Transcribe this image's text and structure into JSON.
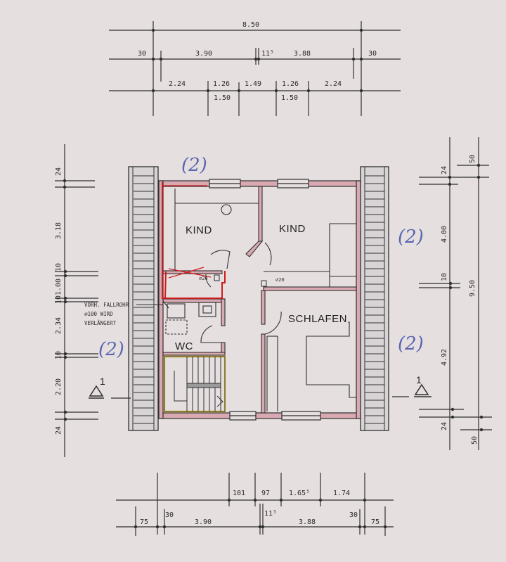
{
  "colors": {
    "paper": "#e6dfe0",
    "ink": "#2f2f2f",
    "wall_fill": "#d9a9b2",
    "red_markup": "#d01a1a",
    "yellow_markup": "#e6cf4a",
    "blue_handwriting": "#5a66b0"
  },
  "dimensions_top": {
    "overall": "8.50",
    "row2": [
      "30",
      "3.90",
      "11⁵",
      "3.88",
      "30"
    ],
    "row3_top": [
      "2.24",
      "1.26",
      "1.49",
      "1.26",
      "2.24"
    ],
    "row3_bottom": [
      "1.50",
      "1.50"
    ]
  },
  "dimensions_left": [
    "24",
    "3.18",
    "10",
    "1.00",
    "10",
    "2.34",
    "10",
    "2.20",
    "24"
  ],
  "dimensions_right": {
    "inner": [
      "24",
      "4.00",
      "10",
      "4.92",
      "24"
    ],
    "outer": [
      "50",
      "9.50",
      "50"
    ]
  },
  "dimensions_bottom": {
    "row1": [
      "101",
      "97",
      "1.65⁵",
      "1.74"
    ],
    "row2": [
      "75",
      "30",
      "3.90",
      "11⁵",
      "3.88",
      "30",
      "75"
    ]
  },
  "rooms": {
    "kind_left": "KIND",
    "kind_right": "KIND",
    "schlafen": "SCHLAFEN",
    "wc": "WC"
  },
  "annotations": {
    "note_line1": "VORH. FALLROHR",
    "note_line2": "⌀100 WIRD",
    "note_line3": "VERLÄNGERT",
    "pipe_left": "⌀20",
    "pipe_right": "⌀20",
    "handwritten_mark": "(2)",
    "section_marker": "1"
  }
}
